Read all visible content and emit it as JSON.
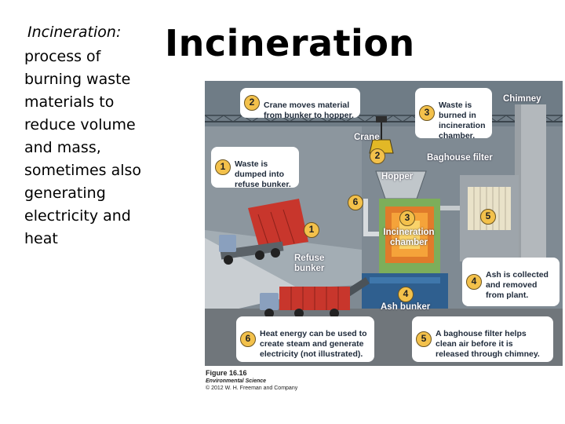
{
  "definition": {
    "term": "Incineration:",
    "body": "process of\nburning waste\nmaterials to\nreduce volume\nand mass,\nsometimes also\ngenerating\nelectricity and\nheat"
  },
  "slide_title": "Incineration",
  "diagram": {
    "labels": {
      "chimney": "Chimney",
      "crane": "Crane",
      "hopper": "Hopper",
      "baghouse_filter": "Baghouse filter",
      "incineration_chamber": "Incineration\nchamber",
      "refuse_bunker": "Refuse\nbunker",
      "ash_bunker": "Ash bunker"
    },
    "markers": {
      "crane": "2",
      "hopper_pipe": "6",
      "bunker": "1",
      "chamber": "3",
      "filter": "5",
      "ash": "4"
    },
    "callouts": [
      {
        "num": "2",
        "text": "Crane moves material\nfrom bunker to hopper."
      },
      {
        "num": "3",
        "text": "Waste is\nburned in\nincineration\nchamber."
      },
      {
        "num": "1",
        "text": "Waste is\ndumped into\nrefuse bunker."
      },
      {
        "num": "4",
        "text": "Ash is collected\nand removed\nfrom plant."
      },
      {
        "num": "6",
        "text": "Heat energy can be used to\ncreate steam and generate\nelectricity (not illustrated)."
      },
      {
        "num": "5",
        "text": "A baghouse filter helps\nclean air before it is\nreleased through chimney."
      }
    ]
  },
  "figure_caption": {
    "line1": "Figure 16.16",
    "line2": "Environmental Science",
    "line3": "© 2012 W. H. Freeman and Company"
  },
  "colors": {
    "callout_marker": "#f3c14b",
    "truck_red": "#c8362c",
    "ash_bunker_blue": "#2f5f8f",
    "building_gray": "#7f8a93"
  }
}
